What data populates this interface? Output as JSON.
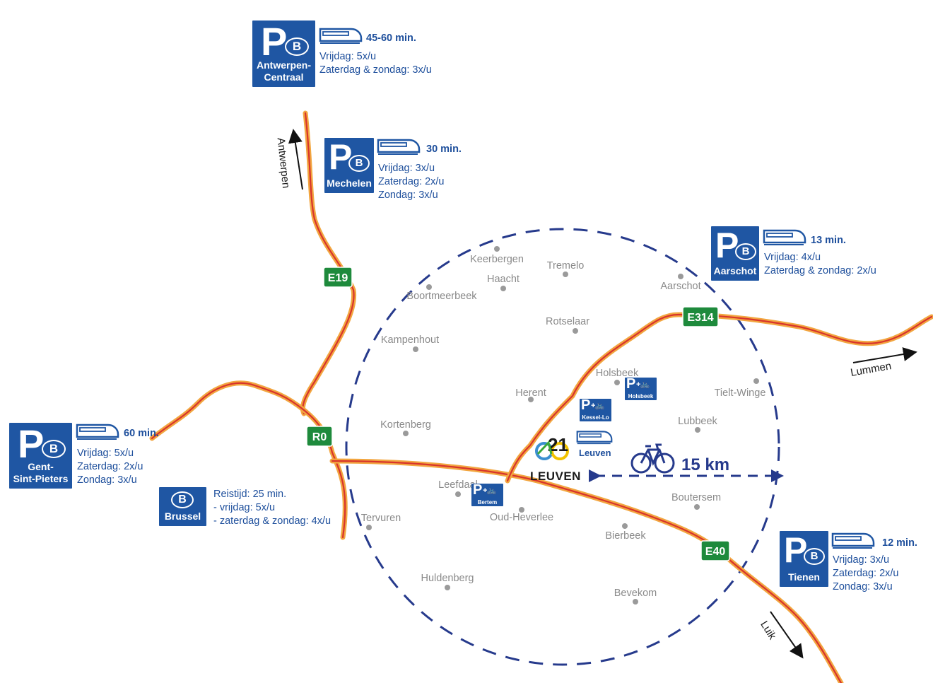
{
  "map": {
    "radius_label": "15 km",
    "roads": [
      "E19",
      "E314",
      "R0",
      "E40"
    ],
    "directions": {
      "antwerpen": "Antwerpen",
      "lummen": "Lummen",
      "luik": "Luik"
    },
    "towns": [
      "Keerbergen",
      "Tremelo",
      "Haacht",
      "Boortmeerbeek",
      "Aarschot",
      "Rotselaar",
      "Kampenhout",
      "Holsbeek",
      "Herent",
      "Tielt-Winge",
      "Kortenberg",
      "Lubbeek",
      "Leefdaal",
      "Tervuren",
      "Oud-Heverlee",
      "Boutersem",
      "Bierbeek",
      "Huldenberg",
      "Bevekom"
    ],
    "center": "LEUVEN",
    "colors": {
      "brand_blue": "#1f56a3",
      "route_green": "#1e8a3c",
      "circle": "#263a8c"
    }
  },
  "stations": {
    "antwerpen": {
      "name1": "Antwerpen-",
      "name2": "Centraal",
      "duration": "45-60 min.",
      "lines": [
        "Vrijdag: 5x/u",
        "Zaterdag & zondag: 3x/u"
      ]
    },
    "mechelen": {
      "name1": "Mechelen",
      "duration": "30 min.",
      "lines": [
        "Vrijdag: 3x/u",
        "Zaterdag: 2x/u",
        "Zondag: 3x/u"
      ]
    },
    "aarschot": {
      "name1": "Aarschot",
      "duration": "13 min.",
      "lines": [
        "Vrijdag: 4x/u",
        "Zaterdag & zondag: 2x/u"
      ]
    },
    "gent": {
      "name1": "Gent-",
      "name2": "Sint-Pieters",
      "duration": "60 min.",
      "lines": [
        "Vrijdag: 5x/u",
        "Zaterdag: 2x/u",
        "Zondag: 3x/u"
      ]
    },
    "brussel": {
      "name1": "Brussel",
      "lines": [
        "Reistijd: 25 min.",
        "- vrijdag: 5x/u",
        "- zaterdag & zondag: 4x/u"
      ]
    },
    "tienen": {
      "name1": "Tienen",
      "duration": "12 min.",
      "lines": [
        "Vrijdag: 3x/u",
        "Zaterdag: 2x/u",
        "Zondag: 3x/u"
      ]
    },
    "leuven": {
      "name1": "Leuven"
    }
  },
  "park_bike": {
    "holsbeek": "Holsbeek",
    "kessel_lo": "Kessel-Lo",
    "bertem": "Bertem"
  }
}
